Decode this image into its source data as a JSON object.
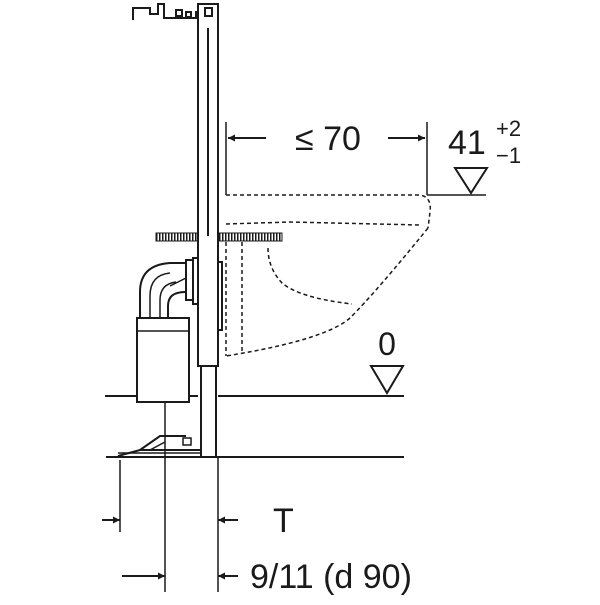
{
  "dimensions": {
    "wall_gap": "≤ 70",
    "height_value": "41",
    "height_tol_plus": "+2",
    "height_tol_minus": "−1",
    "floor_level": "0",
    "thickness": "T",
    "pipe_offset": "9/11 (d 90)"
  },
  "colors": {
    "line": "#1a1a1a",
    "background": "#ffffff"
  }
}
